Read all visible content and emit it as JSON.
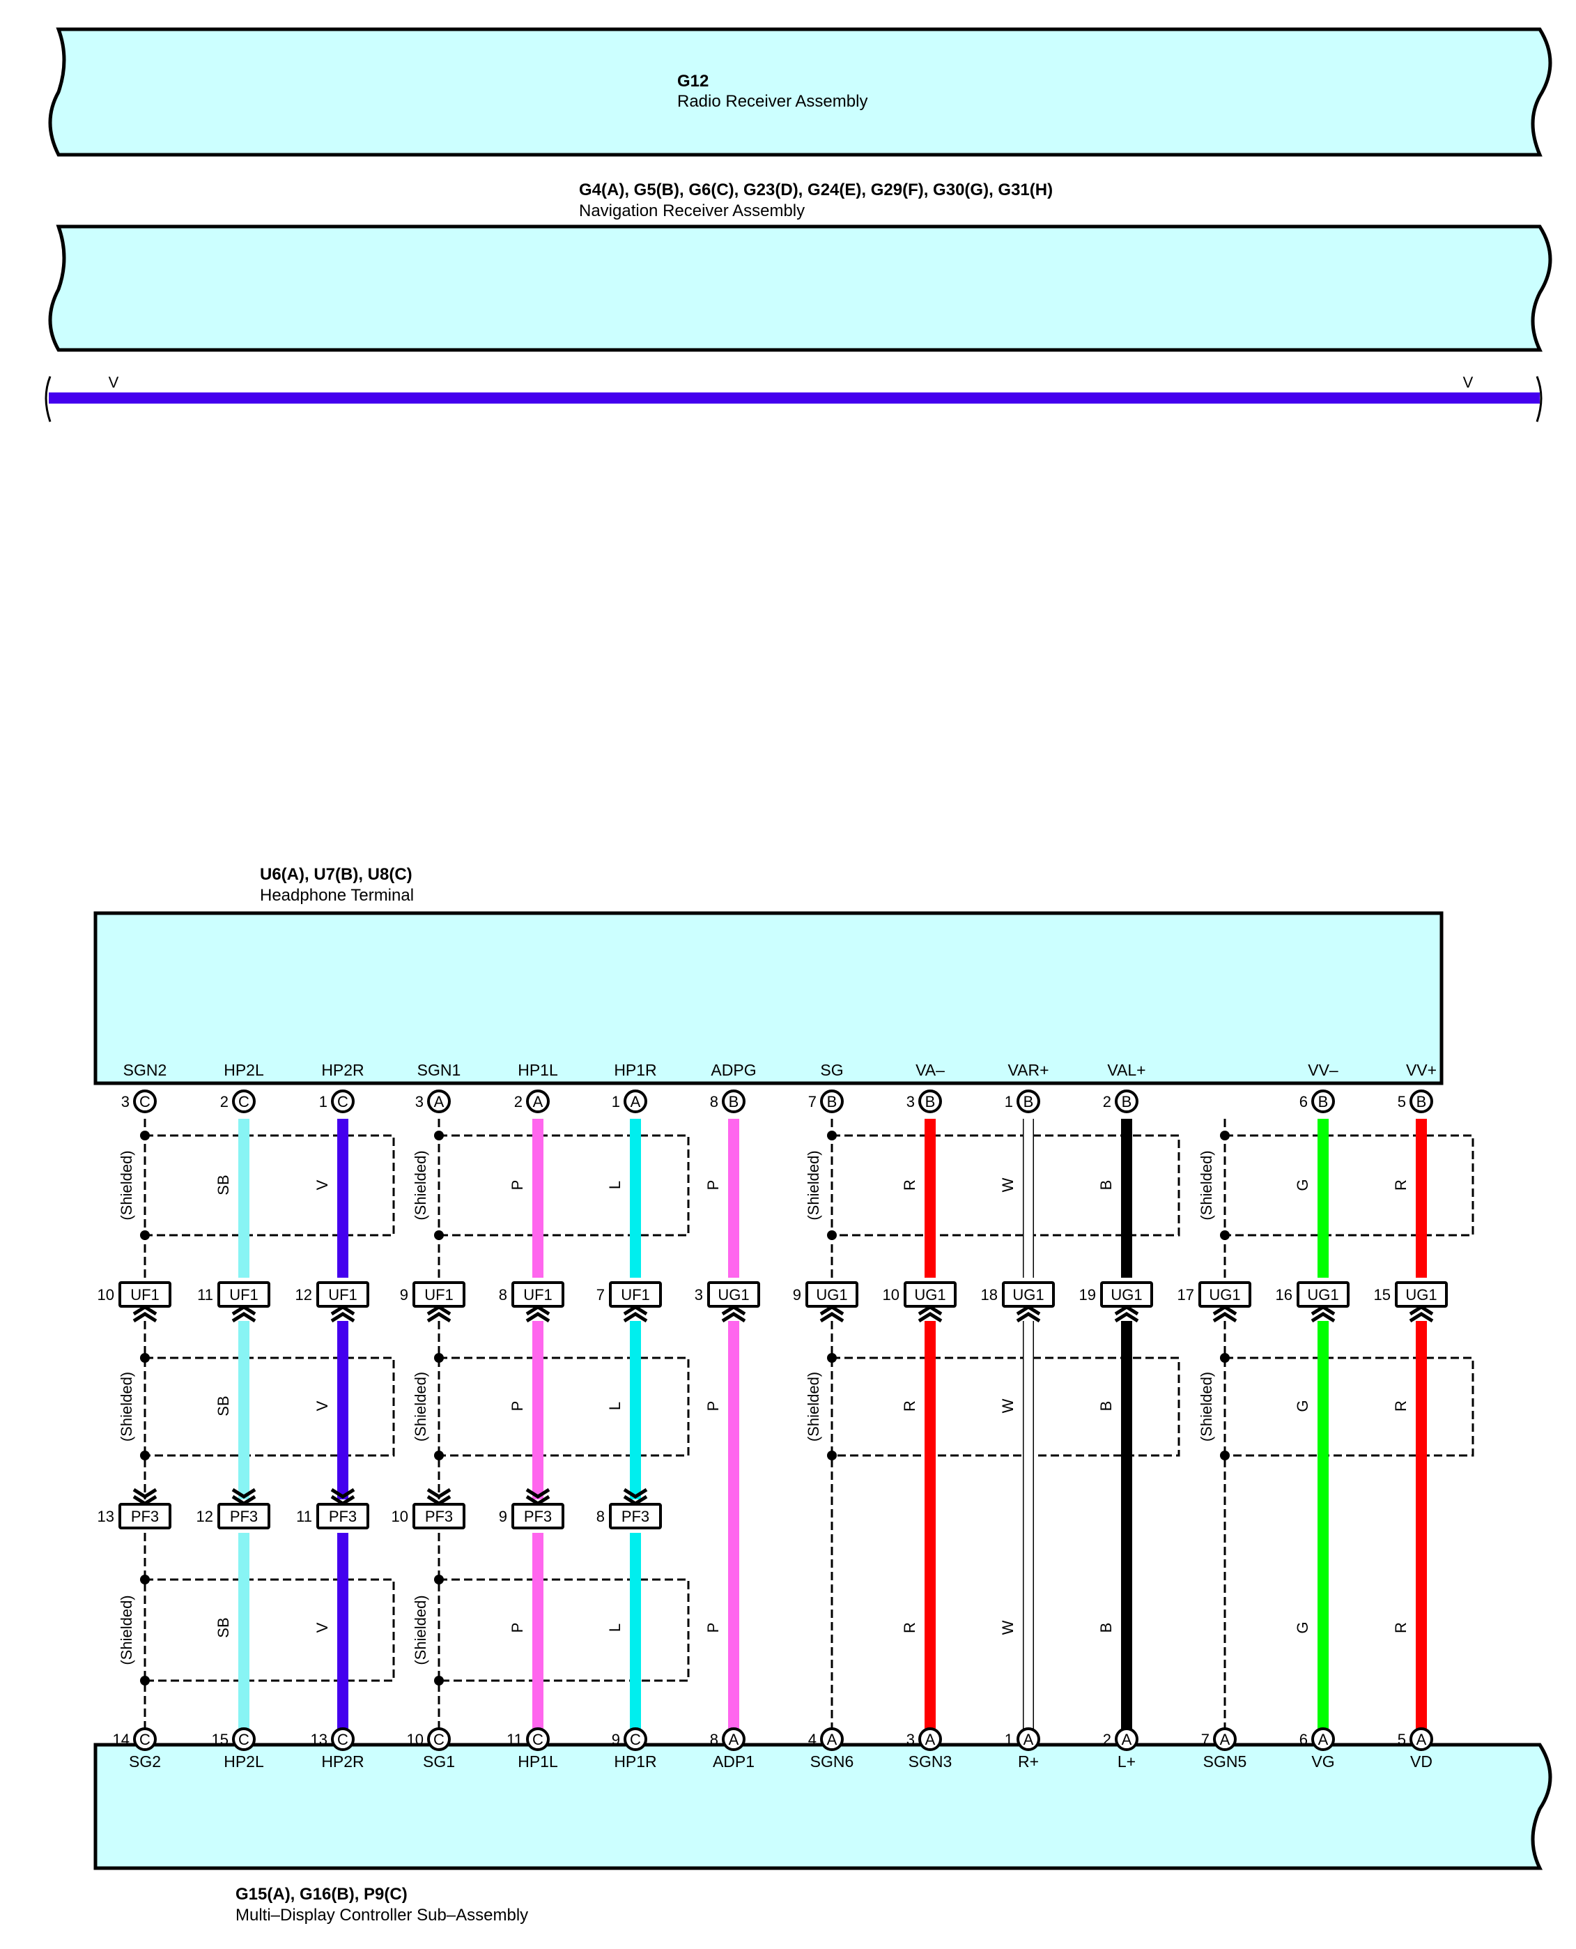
{
  "components": {
    "radio": {
      "code": "G12",
      "name": "Radio Receiver Assembly"
    },
    "navigation": {
      "code": "G4(A), G5(B), G6(C), G23(D), G24(E), G29(F), G30(G), G31(H)",
      "name": "Navigation Receiver Assembly"
    },
    "headphone": {
      "code": "U6(A), U7(B), U8(C)",
      "name": "Headphone Terminal"
    },
    "mdc": {
      "code": "G15(A), G16(B), P9(C)",
      "name": "Multi–Display Controller Sub–Assembly"
    }
  },
  "nav_wire": {
    "color_code": "V",
    "color": "#4400ee"
  },
  "shield_label": "(Shielded)",
  "wire_colors": {
    "SB": "#88f4f4",
    "V": "#4400ee",
    "P": "#ff66ee",
    "L": "#00eeee",
    "R": "#ff0000",
    "W": "#ffffff",
    "B": "#000000",
    "G": "#00ff00"
  },
  "columns": [
    {
      "top": {
        "name": "SGN2",
        "pin": "3",
        "conn": "C"
      },
      "uf": {
        "pin": "10",
        "name": "UF1"
      },
      "pf": {
        "pin": "13",
        "name": "PF3"
      },
      "bottom": {
        "name": "SG2",
        "pin": "14",
        "conn": "C"
      },
      "wire": null,
      "seg": [
        null,
        null,
        null
      ]
    },
    {
      "top": {
        "name": "HP2L",
        "pin": "2",
        "conn": "C"
      },
      "uf": {
        "pin": "11",
        "name": "UF1"
      },
      "pf": {
        "pin": "12",
        "name": "PF3"
      },
      "bottom": {
        "name": "HP2L",
        "pin": "15",
        "conn": "C"
      },
      "wire": "SB",
      "seg": [
        "SB",
        "SB",
        "SB"
      ]
    },
    {
      "top": {
        "name": "HP2R",
        "pin": "1",
        "conn": "C"
      },
      "uf": {
        "pin": "12",
        "name": "UF1"
      },
      "pf": {
        "pin": "11",
        "name": "PF3"
      },
      "bottom": {
        "name": "HP2R",
        "pin": "13",
        "conn": "C"
      },
      "wire": "V",
      "seg": [
        "V",
        "V",
        "V"
      ]
    },
    {
      "top": {
        "name": "SGN1",
        "pin": "3",
        "conn": "A"
      },
      "uf": {
        "pin": "9",
        "name": "UF1"
      },
      "pf": {
        "pin": "10",
        "name": "PF3"
      },
      "bottom": {
        "name": "SG1",
        "pin": "10",
        "conn": "C"
      },
      "wire": null,
      "seg": [
        null,
        null,
        null
      ]
    },
    {
      "top": {
        "name": "HP1L",
        "pin": "2",
        "conn": "A"
      },
      "uf": {
        "pin": "8",
        "name": "UF1"
      },
      "pf": {
        "pin": "9",
        "name": "PF3"
      },
      "bottom": {
        "name": "HP1L",
        "pin": "11",
        "conn": "C"
      },
      "wire": "P",
      "seg": [
        "P",
        "P",
        "P"
      ]
    },
    {
      "top": {
        "name": "HP1R",
        "pin": "1",
        "conn": "A"
      },
      "uf": {
        "pin": "7",
        "name": "UF1"
      },
      "pf": {
        "pin": "8",
        "name": "PF3"
      },
      "bottom": {
        "name": "HP1R",
        "pin": "9",
        "conn": "C"
      },
      "wire": "L",
      "seg": [
        "L",
        "L",
        "L"
      ]
    },
    {
      "top": {
        "name": "ADPG",
        "pin": "8",
        "conn": "B"
      },
      "uf": {
        "pin": "3",
        "name": "UG1"
      },
      "pf": null,
      "bottom": {
        "name": "ADP1",
        "pin": "8",
        "conn": "A"
      },
      "wire": "P",
      "seg": [
        "P",
        "P",
        "P"
      ]
    },
    {
      "top": {
        "name": "SG",
        "pin": "7",
        "conn": "B"
      },
      "uf": {
        "pin": "9",
        "name": "UG1"
      },
      "pf": null,
      "bottom": {
        "name": "SGN6",
        "pin": "4",
        "conn": "A"
      },
      "wire": null,
      "seg": [
        null,
        null,
        null
      ]
    },
    {
      "top": {
        "name": "VA–",
        "pin": "3",
        "conn": "B"
      },
      "uf": {
        "pin": "10",
        "name": "UG1"
      },
      "pf": null,
      "bottom": {
        "name": "SGN3",
        "pin": "3",
        "conn": "A"
      },
      "wire": "R",
      "seg": [
        "R",
        "R",
        "R"
      ]
    },
    {
      "top": {
        "name": "VAR+",
        "pin": "1",
        "conn": "B"
      },
      "uf": {
        "pin": "18",
        "name": "UG1"
      },
      "pf": null,
      "bottom": {
        "name": "R+",
        "pin": "1",
        "conn": "A"
      },
      "wire": "W",
      "seg": [
        "W",
        "W",
        "W"
      ]
    },
    {
      "top": {
        "name": "VAL+",
        "pin": "2",
        "conn": "B"
      },
      "uf": {
        "pin": "19",
        "name": "UG1"
      },
      "pf": null,
      "bottom": {
        "name": "L+",
        "pin": "2",
        "conn": "A"
      },
      "wire": "B",
      "seg": [
        "B",
        "B",
        "B"
      ]
    },
    {
      "top": null,
      "uf": {
        "pin": "17",
        "name": "UG1"
      },
      "pf": null,
      "bottom": {
        "name": "SGN5",
        "pin": "7",
        "conn": "A"
      },
      "wire": null,
      "seg": [
        null,
        null,
        null
      ]
    },
    {
      "top": {
        "name": "VV–",
        "pin": "6",
        "conn": "B"
      },
      "uf": {
        "pin": "16",
        "name": "UG1"
      },
      "pf": null,
      "bottom": {
        "name": "VG",
        "pin": "6",
        "conn": "A"
      },
      "wire": "G",
      "seg": [
        "G",
        "G",
        "G"
      ]
    },
    {
      "top": {
        "name": "VV+",
        "pin": "5",
        "conn": "B"
      },
      "uf": {
        "pin": "15",
        "name": "UG1"
      },
      "pf": null,
      "bottom": {
        "name": "VD",
        "pin": "5",
        "conn": "A"
      },
      "wire": "R",
      "seg": [
        "R",
        "R",
        "R"
      ]
    }
  ]
}
